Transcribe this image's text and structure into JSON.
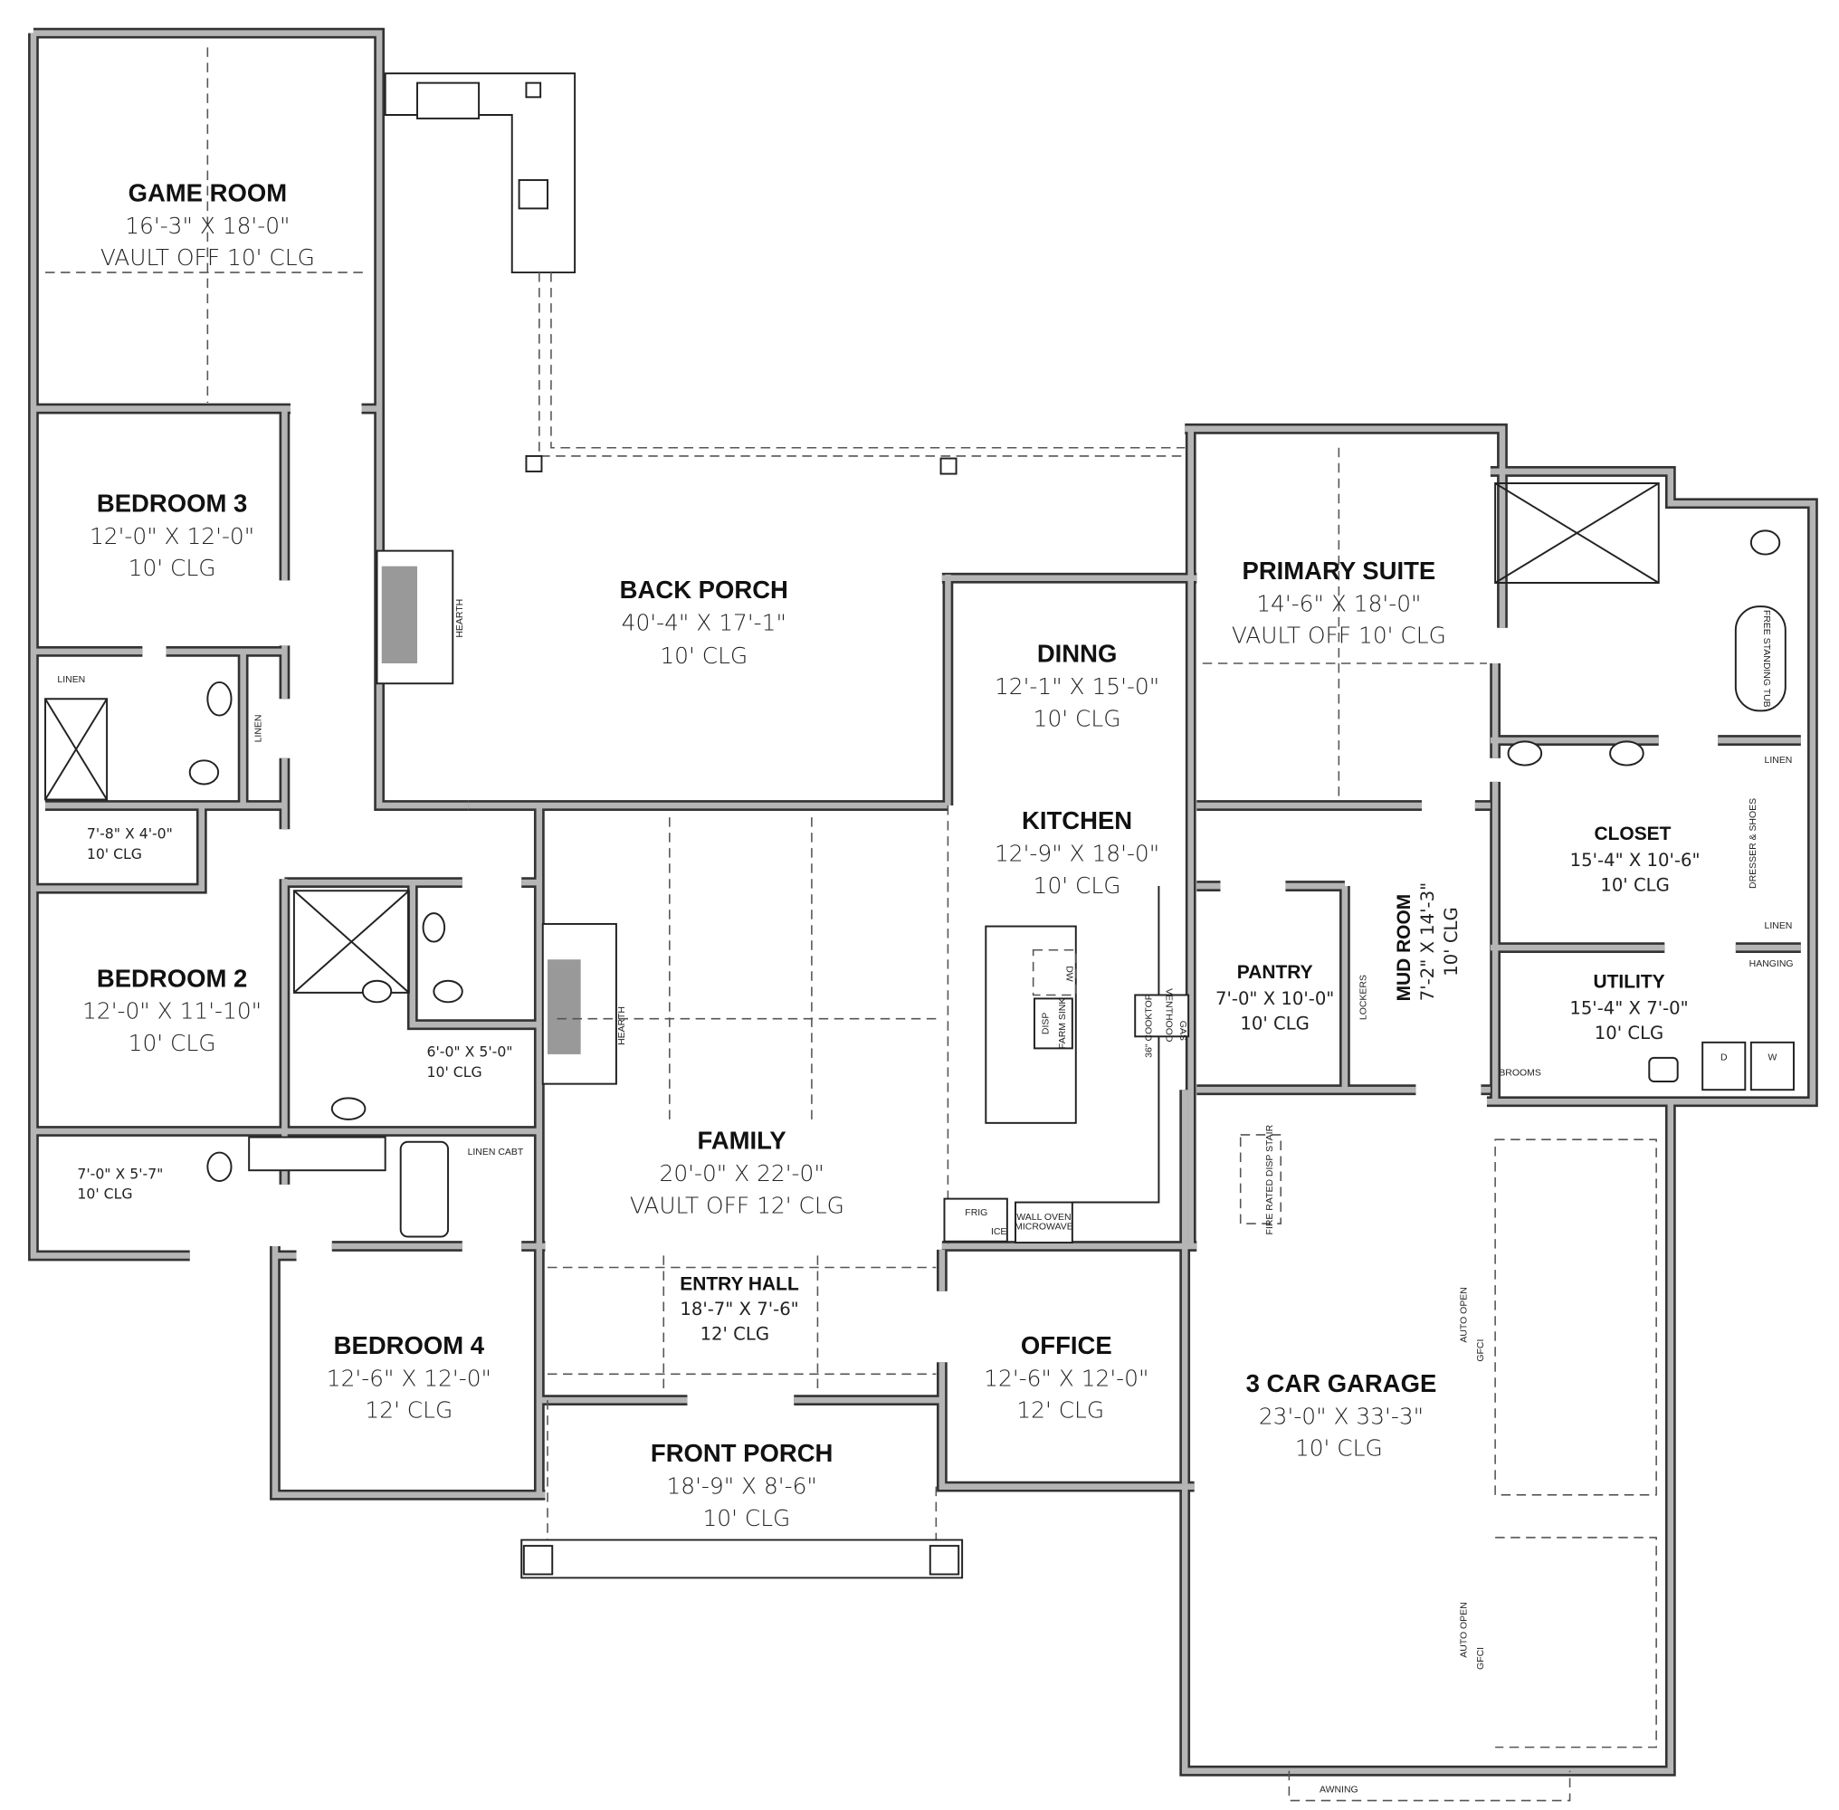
{
  "rooms": {
    "game_room": {
      "name": "GAME ROOM",
      "dims": "16'-3\" X 18'-0\"",
      "clg": "VAULT OFF 10' CLG"
    },
    "bedroom3": {
      "name": "BEDROOM 3",
      "dims": "12'-0\" X 12'-0\"",
      "clg": "10' CLG"
    },
    "back_porch": {
      "name": "BACK PORCH",
      "dims": "40'-4\" X 17'-1\"",
      "clg": "10' CLG"
    },
    "dining": {
      "name": "DINNG",
      "dims": "12'-1\" X 15'-0\"",
      "clg": "10' CLG"
    },
    "primary_suite": {
      "name": "PRIMARY SUITE",
      "dims": "14'-6\" X 18'-0\"",
      "clg": "VAULT OFF 10' CLG"
    },
    "kitchen": {
      "name": "KITCHEN",
      "dims": "12'-9\" X 18'-0\"",
      "clg": "10' CLG"
    },
    "closet": {
      "name": "CLOSET",
      "dims": "15'-4\" X 10'-6\"",
      "clg": "10' CLG"
    },
    "pantry": {
      "name": "PANTRY",
      "dims": "7'-0\" X 10'-0\"",
      "clg": "10' CLG"
    },
    "mud_room": {
      "name": "MUD ROOM",
      "dims": "7'-2\" X 14'-3\"",
      "clg": "10' CLG"
    },
    "utility": {
      "name": "UTILITY",
      "dims": "15'-4\" X 7'-0\"",
      "clg": "10' CLG"
    },
    "bedroom2": {
      "name": "BEDROOM 2",
      "dims": "12'-0\" X 11'-10\"",
      "clg": "10' CLG"
    },
    "family": {
      "name": "FAMILY",
      "dims": "20'-0\" X 22'-0\"",
      "clg": "VAULT OFF 12' CLG"
    },
    "entry_hall": {
      "name": "ENTRY HALL",
      "dims": "18'-7\" X 7'-6\"",
      "clg": "12' CLG"
    },
    "bedroom4": {
      "name": "BEDROOM 4",
      "dims": "12'-6\" X 12'-0\"",
      "clg": "12' CLG"
    },
    "office": {
      "name": "OFFICE",
      "dims": "12'-6\" X 12'-0\"",
      "clg": "12' CLG"
    },
    "garage": {
      "name": "3 CAR GARAGE",
      "dims": "23'-0\" X 33'-3\"",
      "clg": "10' CLG"
    },
    "front_porch": {
      "name": "FRONT PORCH",
      "dims": "18'-9\" X 8'-6\"",
      "clg": "10' CLG"
    }
  },
  "small_rooms": {
    "closet_b3": {
      "dims": "7'-8\" X 4'-0\"",
      "clg": "10' CLG"
    },
    "bath_b2": {
      "dims": "6'-0\" X 5'-0\"",
      "clg": "10' CLG"
    },
    "closet_b2": {
      "dims": "7'-0\" X 5'-7\"",
      "clg": "10' CLG"
    }
  },
  "labels": {
    "linen_1": "LINEN",
    "linen_2": "LINEN",
    "linen_cabt": "LINEN CABT",
    "hearth_1": "HEARTH",
    "hearth_2": "HEARTH",
    "dw": "DW",
    "disp": "DISP",
    "farm_sink": "FARM SINK",
    "cooktop": "36\" COOKTOP",
    "venthood": "VENTHOOD",
    "gas": "GAS",
    "frig": "FRIG",
    "ice": "ICE",
    "wall_oven": "WALL OVEN",
    "microwave": "MICROWAVE",
    "lockers": "LOCKERS",
    "linen_3": "LINEN",
    "linen_4": "LINEN",
    "dresser": "DRESSER & SHOES",
    "hanging": "HANGING",
    "brooms": "BROOMS",
    "dryer": "D",
    "washer": "W",
    "tub": "FREE STANDING TUB",
    "stair": "FIRE RATED DISP STAIR",
    "auto_open_1": "AUTO OPEN",
    "auto_open_2": "AUTO OPEN",
    "gfci_1": "GFCI",
    "gfci_2": "GFCI",
    "awning": "AWNING"
  }
}
